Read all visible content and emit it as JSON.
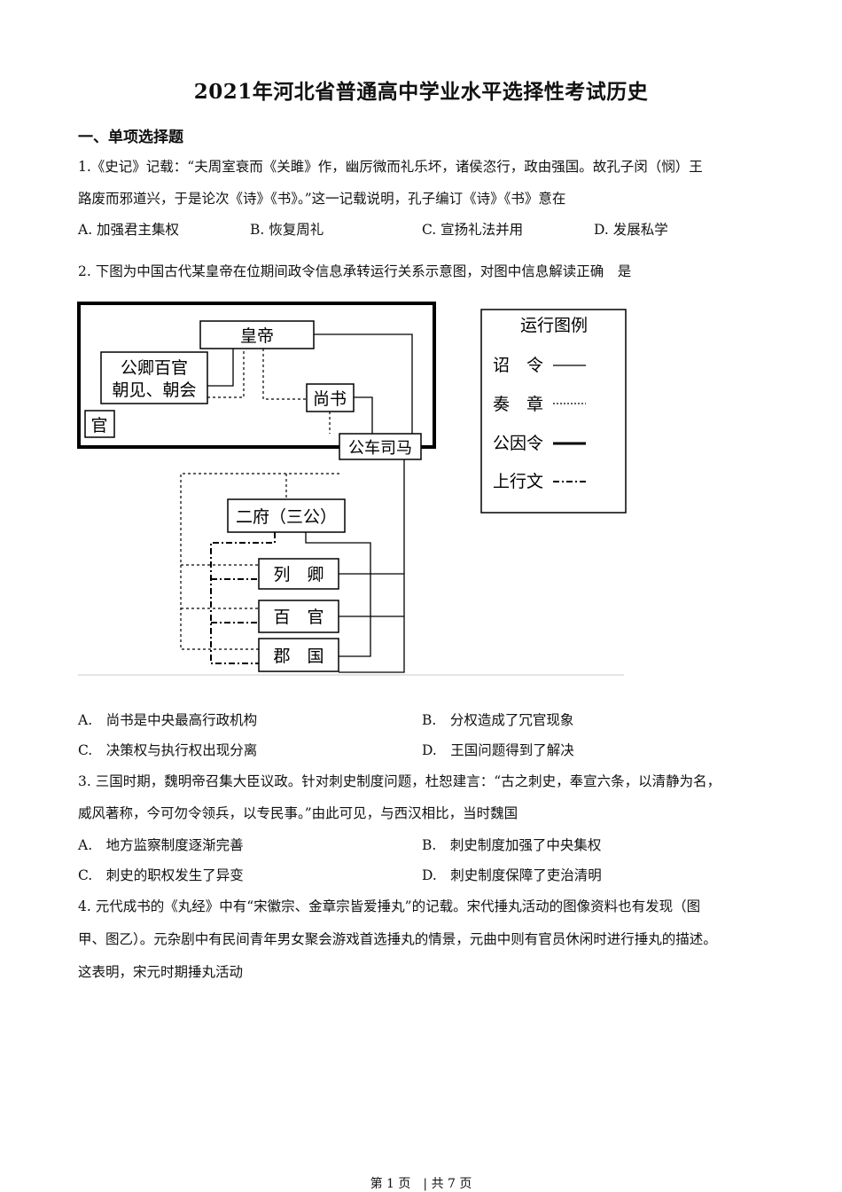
{
  "title": "2021年河北省普通高中学业水平选择性考试历史",
  "section": "一、单项选择题",
  "q1": {
    "line1": "1.《史记》记载：“夫周室衰而《关雎》作，幽厉微而礼乐坏，诸侯恣行，政由强国。故孔子闵（悯）王",
    "line2": "路废而邪道兴，于是论次《诗》《书》。”这一记载说明，孔子编订《诗》《书》意在",
    "options": [
      "A. 加强君主集权",
      "B. 恢复周礼",
      "C. 宣扬礼法并用",
      "D. 发展私学"
    ]
  },
  "q2": {
    "line1": "2. 下图为中国古代某皇帝在位期间政令信息承转运行关系示意图，对图中信息解读正确　是",
    "diagram": {
      "nodes": {
        "emperor": "皇帝",
        "ministers": [
          "公卿百官",
          "朝见、朝会"
        ],
        "shangshu": "尚书",
        "guan": "官",
        "gongche": "公车司马",
        "erfu": "二府（三公）",
        "lieqing": "列　卿",
        "baiguan": "百　官",
        "junguo": "郡　国"
      },
      "legend": {
        "title": "运行图例",
        "items": [
          "诏　令",
          "奏　章",
          "公因令",
          "上行文"
        ]
      }
    },
    "options": [
      "A.　尚书是中央最高行政机构",
      "B.　分权造成了冗官现象",
      "C.　决策权与执行权出现分离",
      "D.　王国问题得到了解决"
    ]
  },
  "q3": {
    "line1": "3. 三国时期，魏明帝召集大臣议政。针对刺史制度问题，杜恕建言：“古之刺史，奉宣六条，以清静为名，",
    "line2": "威风著称，今可勿令领兵，以专民事。”由此可见，与西汉相比，当时魏国",
    "options": [
      "A.　地方监察制度逐渐完善",
      "B.　刺史制度加强了中央集权",
      "C.　刺史的职权发生了异变",
      "D.　刺史制度保障了吏治清明"
    ]
  },
  "q4": {
    "line1": "4. 元代成书的《丸经》中有“宋徽宗、金章宗皆爱捶丸”的记载。宋代捶丸活动的图像资料也有发现（图",
    "line2": "甲、图乙）。元杂剧中有民间青年男女聚会游戏首选捶丸的情景，元曲中则有官员休闲时进行捶丸的描述。",
    "line3": "这表明，宋元时期捶丸活动"
  },
  "footer": "第 1 页　| 共 7 页"
}
